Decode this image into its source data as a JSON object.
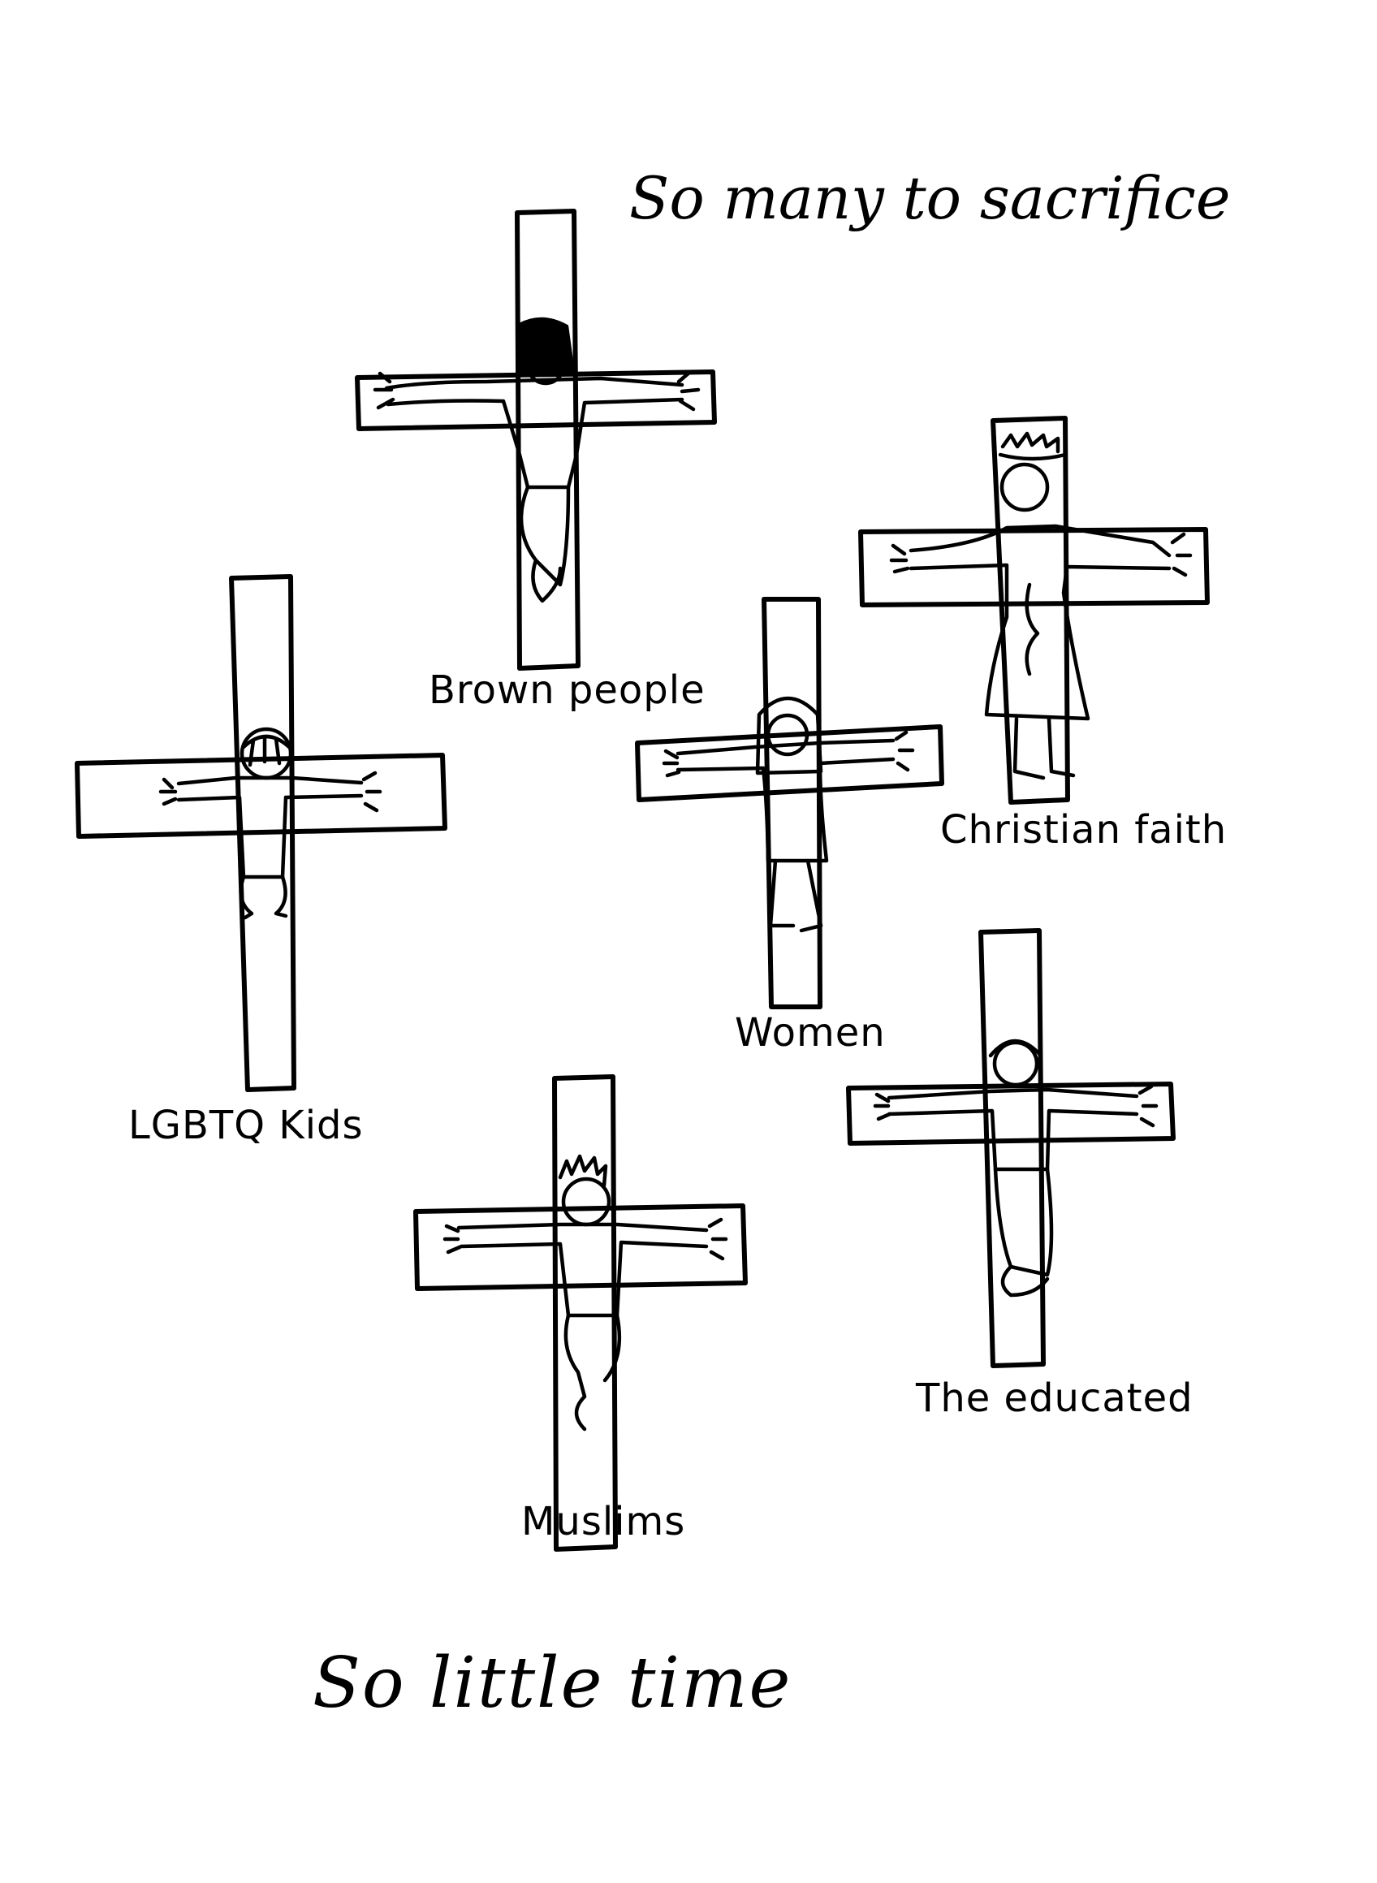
{
  "title": "So many to sacrifice",
  "footer": "So little time",
  "figures": [
    {
      "label": "Brown people",
      "icon": "crucifix-figure"
    },
    {
      "label": "Christian faith",
      "icon": "crucifix-figure"
    },
    {
      "label": "LGBTQ Kids",
      "icon": "crucifix-figure"
    },
    {
      "label": "Women",
      "icon": "crucifix-figure"
    },
    {
      "label": "Muslims",
      "icon": "crucifix-figure"
    },
    {
      "label": "The educated",
      "icon": "crucifix-figure"
    }
  ],
  "colors": {
    "ink": "#000000",
    "paper": "#ffffff"
  }
}
